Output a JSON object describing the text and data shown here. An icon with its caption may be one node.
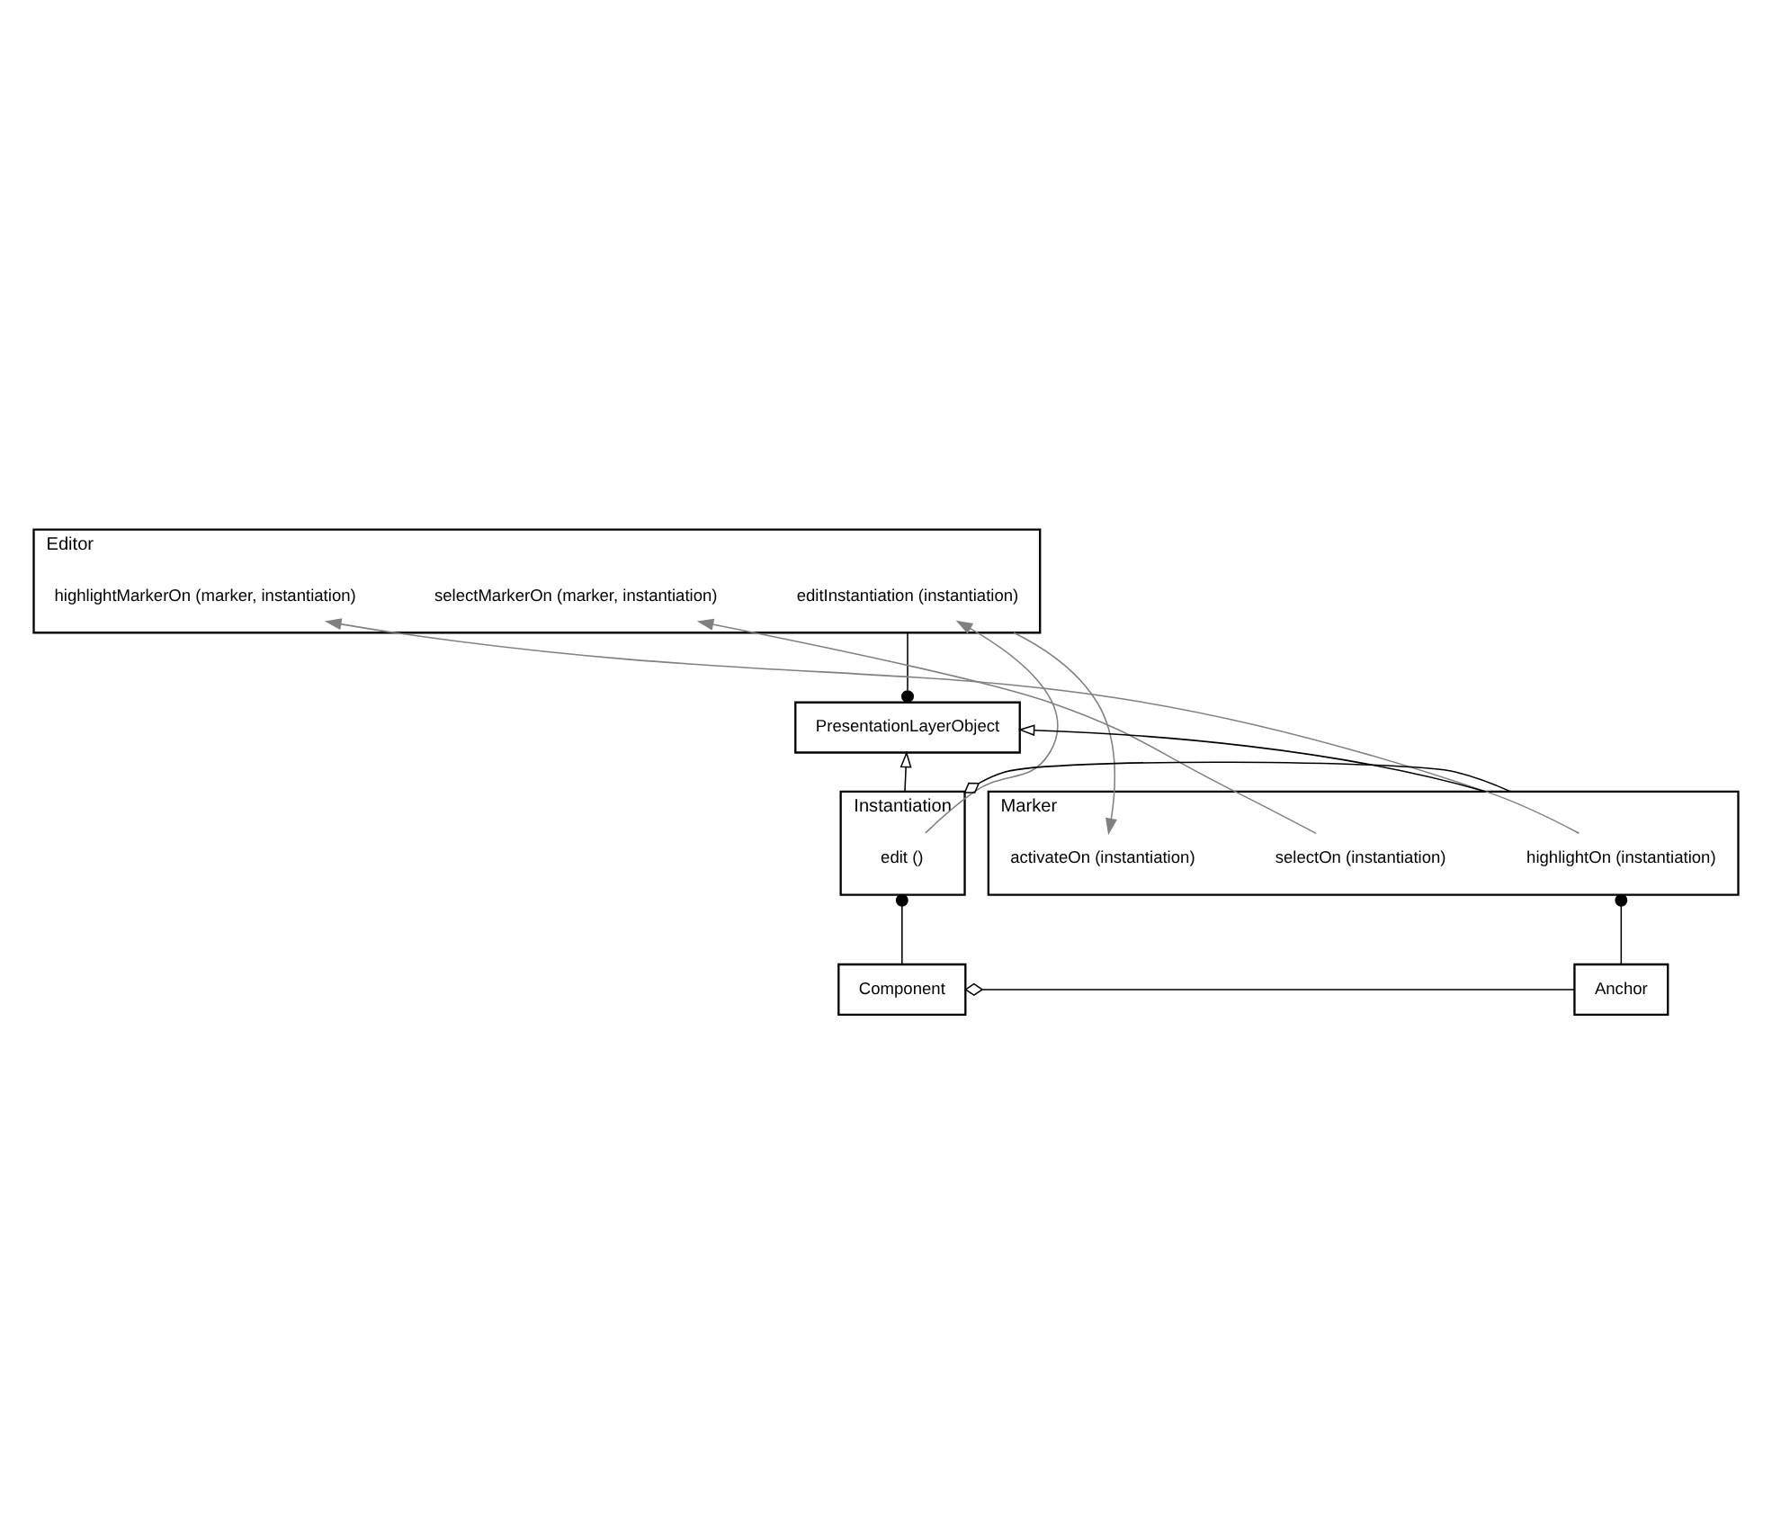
{
  "diagram": {
    "nodes": [
      {
        "text": [
          "Editor"
        ]
      },
      {
        "text": [
          "editInstantiation (instantiation)"
        ],
        "in": 0
      },
      {
        "text": [
          "selectMarkerOn (marker, instantiation)"
        ],
        "in": 0
      },
      {
        "text": [
          "highlightMarkerOn (marker, instantiation)"
        ],
        "in": 0
      },
      {
        "text": [
          "PresentationLayerObject"
        ]
      },
      {
        "text": [
          "Instantiation"
        ]
      },
      {
        "text": [
          "edit ()"
        ],
        "in": 5
      },
      {
        "text": [
          "Marker"
        ]
      },
      {
        "text": [
          "highlightOn (instantiation)"
        ],
        "in": 7
      },
      {
        "text": [
          "selectOn (instantiation)"
        ],
        "in": 7
      },
      {
        "text": [
          "activateOn (instantiation)"
        ],
        "in": 7
      },
      {
        "text": [
          "Component"
        ]
      },
      {
        "text": [
          "Anchor"
        ]
      }
    ],
    "edges": [
      {
        "from": 0,
        "to": 4,
        "arrow": "other"
      },
      {
        "from": 5,
        "to": 4,
        "arrow": "to"
      },
      {
        "from": 7,
        "to": 4,
        "arrow": "to"
      },
      {
        "from": 7,
        "to": 5,
        "arrow": "other"
      },
      {
        "from": 11,
        "to": 5,
        "arrow": "other"
      },
      {
        "from": 12,
        "to": 7,
        "arrow": "other"
      },
      {
        "from": 12,
        "to": 11,
        "arrow": "other"
      },
      {
        "from": 6,
        "to": 1,
        "arrow": "to",
        "color": "#808080"
      },
      {
        "from": 8,
        "to": 3,
        "arrow": "to",
        "color": "#808080"
      },
      {
        "from": 9,
        "to": 2,
        "arrow": "to",
        "color": "#808080"
      },
      {
        "from": 0,
        "to": 10,
        "arrow": "to",
        "color": "#808080"
      }
    ]
  }
}
